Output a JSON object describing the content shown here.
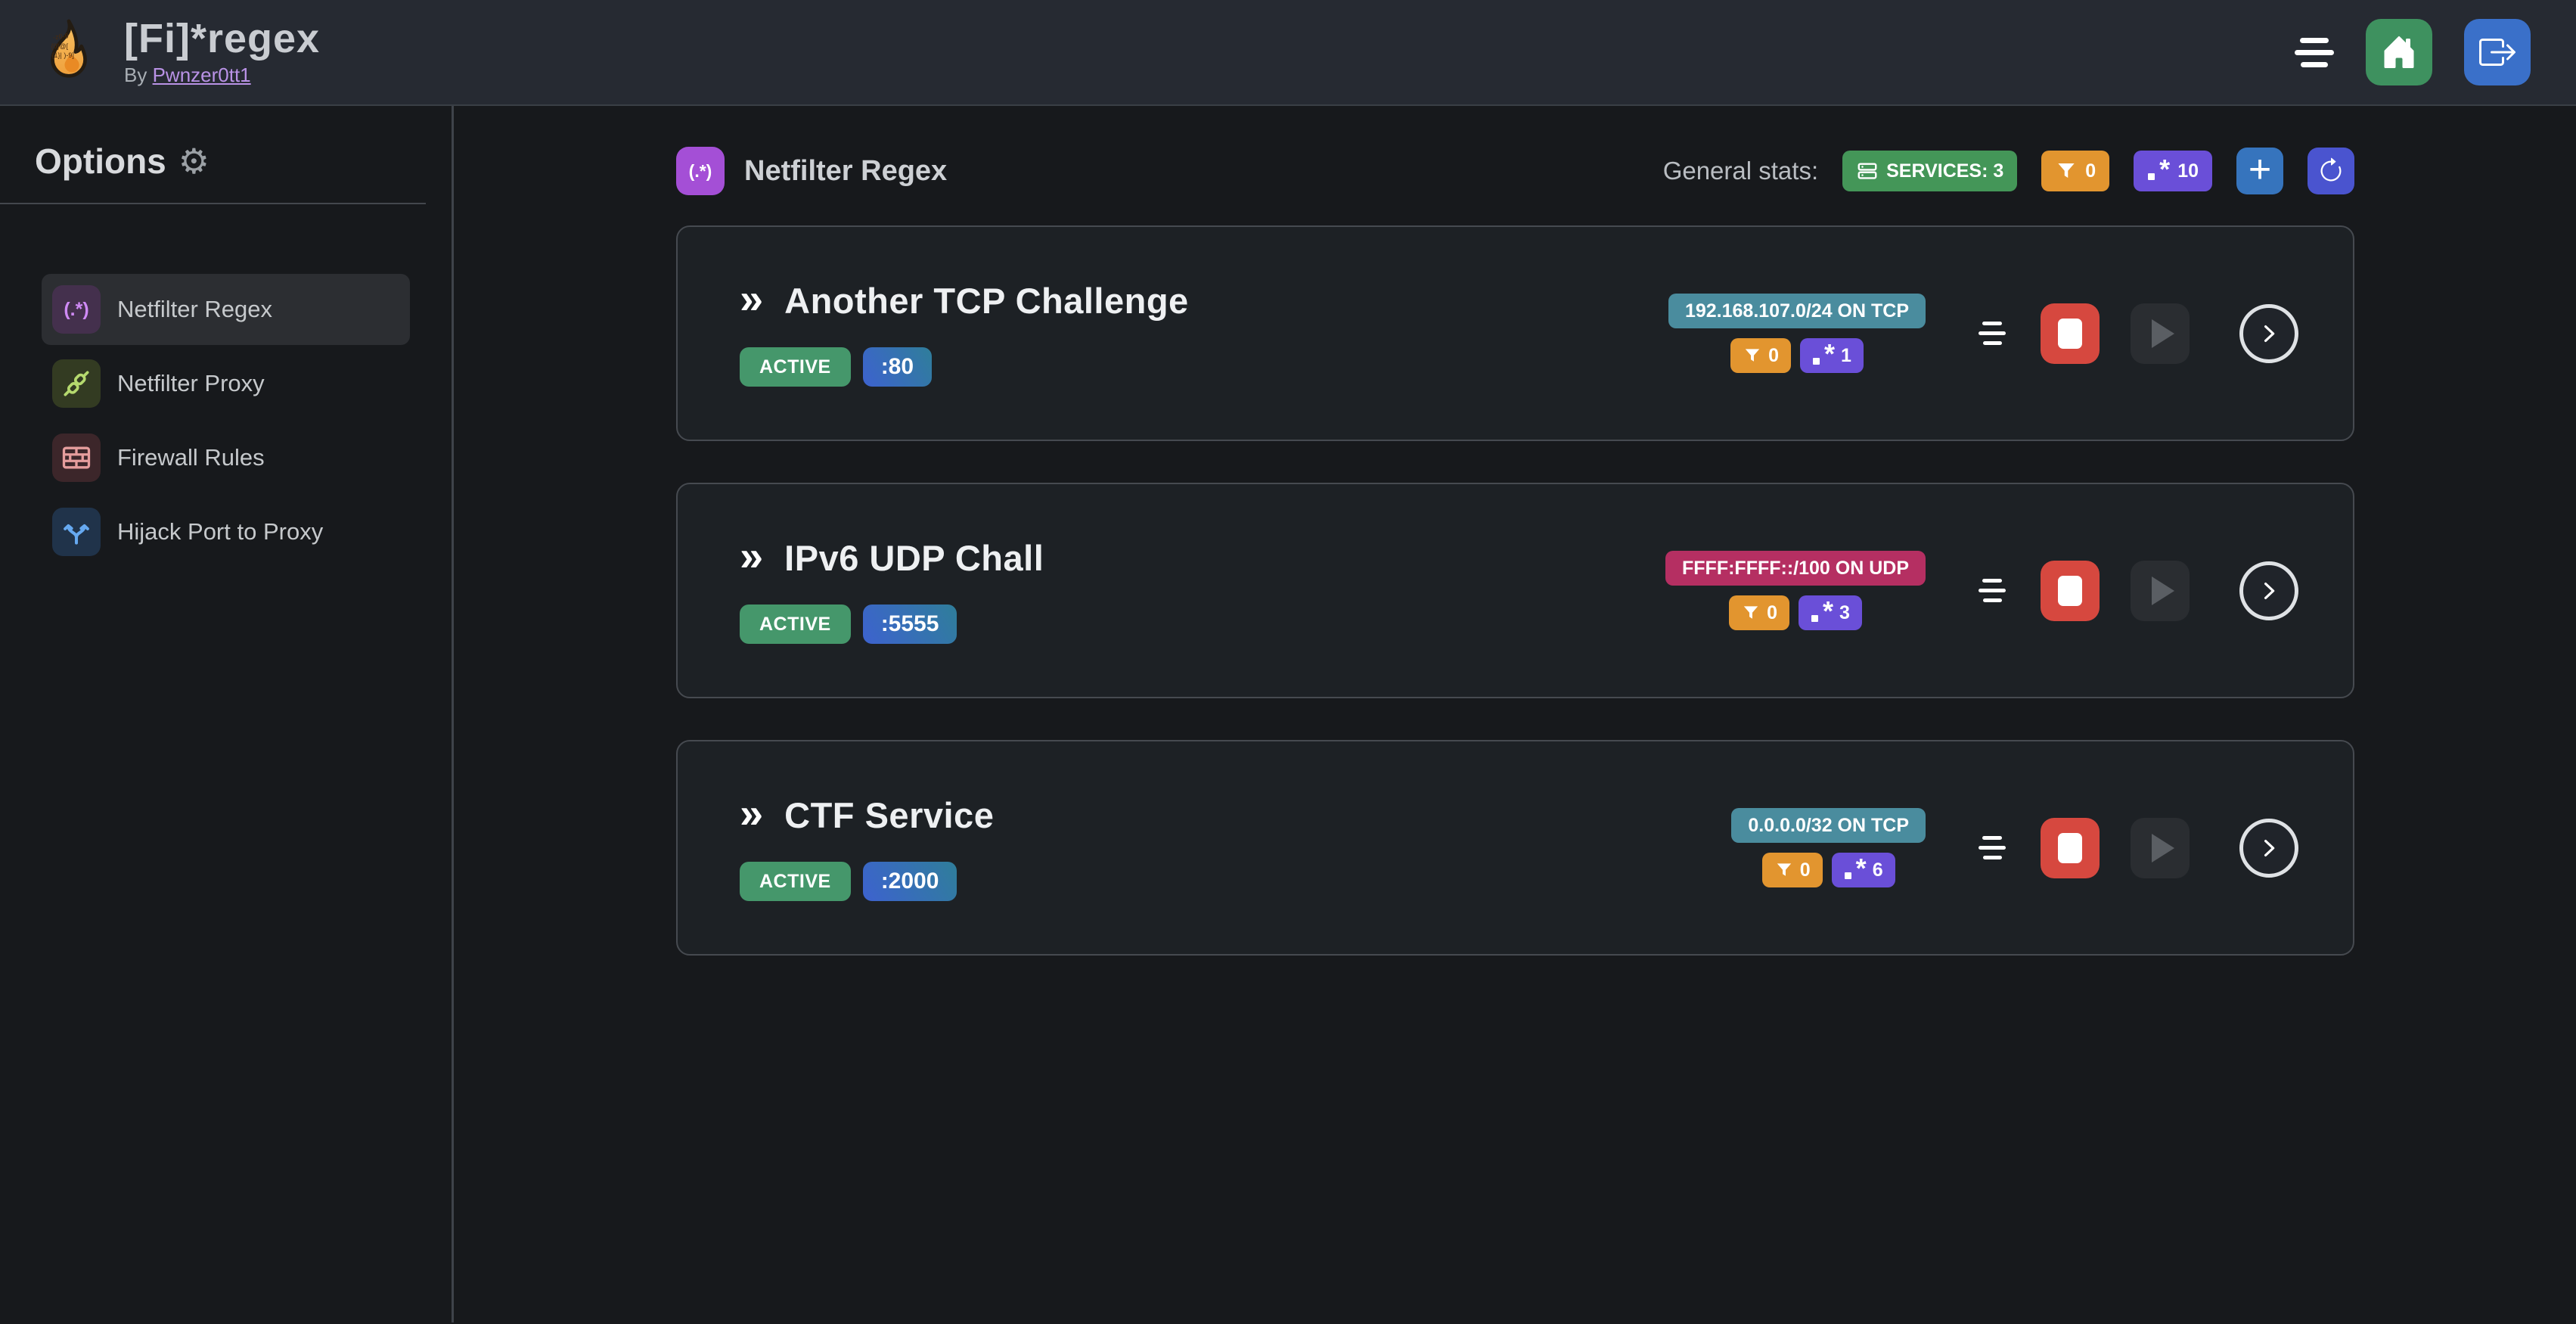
{
  "topbar": {
    "title": "[Fi]*regex",
    "byline_prefix": "By",
    "byline_link": "Pwnzer0tt1"
  },
  "sidebar": {
    "options_title": "Options",
    "gear_glyph": "⚙",
    "items": [
      {
        "label": "Netfilter Regex",
        "glyph": "(.*)",
        "selected": true
      },
      {
        "label": "Netfilter Proxy"
      },
      {
        "label": "Firewall Rules"
      },
      {
        "label": "Hijack Port to Proxy"
      }
    ]
  },
  "main": {
    "section_icon_glyph": "(.*)",
    "section_title": "Netfilter Regex",
    "stats_label": "General stats:",
    "services_count": "SERVICES: 3",
    "filter_count": "0",
    "regex_count": "10"
  },
  "services": [
    {
      "name": "Another TCP Challenge",
      "status": "ACTIVE",
      "port": ":80",
      "network": "192.168.107.0/24 ON TCP",
      "network_color": "#4a8c9e",
      "filters": "0",
      "regexes": "1"
    },
    {
      "name": "IPv6 UDP Chall",
      "status": "ACTIVE",
      "port": ":5555",
      "network": "FFFF:FFFF::/100 ON UDP",
      "network_color": "#b52f62",
      "filters": "0",
      "regexes": "3"
    },
    {
      "name": "CTF Service",
      "status": "ACTIVE",
      "port": ":2000",
      "network": "0.0.0.0/32 ON TCP",
      "network_color": "#4a8c9e",
      "filters": "0",
      "regexes": "6"
    }
  ],
  "glyphs": {
    "double_chevron": "»",
    "plus": "+"
  },
  "colors": {
    "active_green": "#45976b",
    "services_green": "#449658",
    "filter_orange": "#e2952f",
    "regex_purple": "#6a4fd8",
    "port_gradient": "linear-gradient(60deg,#3d62cf,#2f7e9a)",
    "stop_red": "#d6483f",
    "home_green": "#3e915f",
    "logout_blue": "#3a70c9",
    "add_blue": "#3674bd",
    "refresh_indigo": "#4a54cf",
    "section_purple": "#a44fd6",
    "link_purple": "#b992e6"
  }
}
